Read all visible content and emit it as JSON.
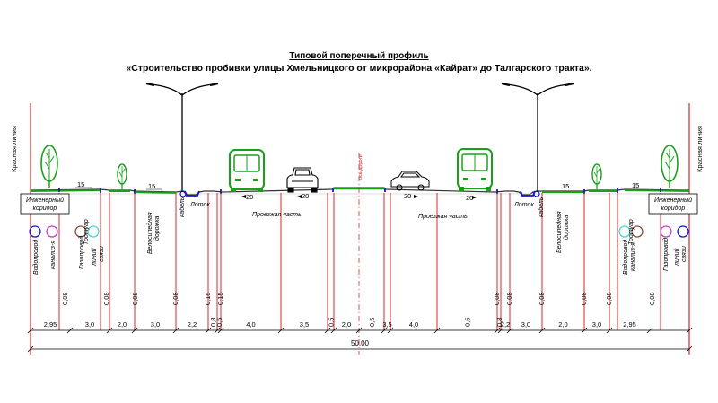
{
  "title": "Типовой поперечный профиль",
  "subtitle": "«Строительство пробивки улицы Хмельницкого от микрорайона «Кайрат» до Талгарского тракта».",
  "red_line_label": "Красная линия",
  "axis_label": "ось дороги",
  "corridor_label_1": "Инженерный",
  "corridor_label_2": "коридор",
  "carriageway_label": "Проезжая часть",
  "tray_label": "Лоток",
  "cable_label": "кабель",
  "bike_label_1": "Велосипедная",
  "bike_label_2": "дорожка",
  "sidewalk_label": "Тротуар",
  "utilities": {
    "water": "Водопровод",
    "sewer": "канализ-я",
    "gas": "Газопровод",
    "comm_1": "линий",
    "comm_2": "связи"
  },
  "slopes": {
    "side": "15",
    "road": "20"
  },
  "levels": [
    "0,08",
    "0,08",
    "0,08",
    "0,08",
    "0,15",
    "0,15",
    "0,08",
    "0,08",
    "0,08",
    "0,08"
  ],
  "widths": [
    "2,95",
    "3,0",
    "2,0",
    "3,0",
    "2,2",
    "0,8",
    "0,5",
    "4,0",
    "3,5",
    "0,5",
    "2,0",
    "0,5",
    "3,5",
    "4,0",
    "0,5",
    "0,8",
    "2,2",
    "3,0",
    "2,0",
    "3,0",
    "2,95"
  ],
  "total_width": "50,00",
  "colors": {
    "red": "#d42828",
    "green": "#19a019",
    "blue": "#1616c8",
    "magenta": "#c040c0",
    "cyan": "#40d8d8",
    "brown": "#8a4a3a"
  }
}
